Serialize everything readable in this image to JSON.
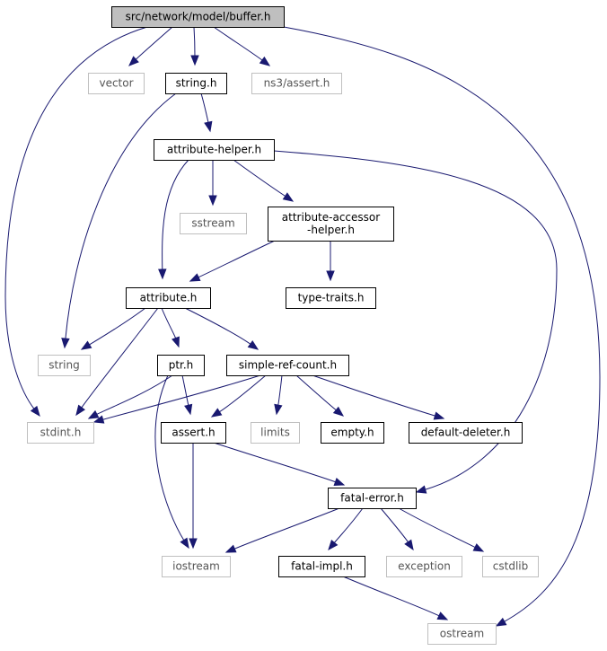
{
  "graph": {
    "colors": {
      "edge": "#191970",
      "root_fill": "#bfbfbf",
      "local_border": "#000000",
      "external_border": "#bfbfbf",
      "external_text": "#555555"
    },
    "nodes": [
      {
        "id": "buffer",
        "lines": [
          "src/network/model/buffer.h"
        ],
        "kind": "root"
      },
      {
        "id": "vector",
        "lines": [
          "vector"
        ],
        "kind": "external"
      },
      {
        "id": "string_h",
        "lines": [
          "string.h"
        ],
        "kind": "local"
      },
      {
        "id": "ns3assert",
        "lines": [
          "ns3/assert.h"
        ],
        "kind": "external"
      },
      {
        "id": "attrhelper",
        "lines": [
          "attribute-helper.h"
        ],
        "kind": "local"
      },
      {
        "id": "sstream",
        "lines": [
          "sstream"
        ],
        "kind": "external"
      },
      {
        "id": "accessor",
        "lines": [
          "attribute-accessor",
          "-helper.h"
        ],
        "kind": "local"
      },
      {
        "id": "attribute",
        "lines": [
          "attribute.h"
        ],
        "kind": "local"
      },
      {
        "id": "typetraits",
        "lines": [
          "type-traits.h"
        ],
        "kind": "local"
      },
      {
        "id": "string",
        "lines": [
          "string"
        ],
        "kind": "external"
      },
      {
        "id": "ptr",
        "lines": [
          "ptr.h"
        ],
        "kind": "local"
      },
      {
        "id": "simpleref",
        "lines": [
          "simple-ref-count.h"
        ],
        "kind": "local"
      },
      {
        "id": "stdint",
        "lines": [
          "stdint.h"
        ],
        "kind": "external"
      },
      {
        "id": "assert",
        "lines": [
          "assert.h"
        ],
        "kind": "local"
      },
      {
        "id": "limits",
        "lines": [
          "limits"
        ],
        "kind": "external"
      },
      {
        "id": "empty",
        "lines": [
          "empty.h"
        ],
        "kind": "local"
      },
      {
        "id": "deleter",
        "lines": [
          "default-deleter.h"
        ],
        "kind": "local"
      },
      {
        "id": "fatalerror",
        "lines": [
          "fatal-error.h"
        ],
        "kind": "local"
      },
      {
        "id": "iostream",
        "lines": [
          "iostream"
        ],
        "kind": "external"
      },
      {
        "id": "fatalimpl",
        "lines": [
          "fatal-impl.h"
        ],
        "kind": "local"
      },
      {
        "id": "exception",
        "lines": [
          "exception"
        ],
        "kind": "external"
      },
      {
        "id": "cstdlib",
        "lines": [
          "cstdlib"
        ],
        "kind": "external"
      },
      {
        "id": "ostream",
        "lines": [
          "ostream"
        ],
        "kind": "external"
      }
    ],
    "edges": [
      {
        "from": "buffer",
        "to": "vector"
      },
      {
        "from": "buffer",
        "to": "string_h"
      },
      {
        "from": "buffer",
        "to": "ns3assert"
      },
      {
        "from": "buffer",
        "to": "stdint"
      },
      {
        "from": "buffer",
        "to": "ostream"
      },
      {
        "from": "string_h",
        "to": "attrhelper"
      },
      {
        "from": "string_h",
        "to": "string"
      },
      {
        "from": "attrhelper",
        "to": "sstream"
      },
      {
        "from": "attrhelper",
        "to": "accessor"
      },
      {
        "from": "attrhelper",
        "to": "attribute"
      },
      {
        "from": "attrhelper",
        "to": "fatalerror"
      },
      {
        "from": "accessor",
        "to": "attribute"
      },
      {
        "from": "accessor",
        "to": "typetraits"
      },
      {
        "from": "attribute",
        "to": "string"
      },
      {
        "from": "attribute",
        "to": "ptr"
      },
      {
        "from": "attribute",
        "to": "simpleref"
      },
      {
        "from": "attribute",
        "to": "stdint"
      },
      {
        "from": "ptr",
        "to": "stdint"
      },
      {
        "from": "ptr",
        "to": "assert"
      },
      {
        "from": "ptr",
        "to": "iostream"
      },
      {
        "from": "simpleref",
        "to": "stdint"
      },
      {
        "from": "simpleref",
        "to": "assert"
      },
      {
        "from": "simpleref",
        "to": "limits"
      },
      {
        "from": "simpleref",
        "to": "empty"
      },
      {
        "from": "simpleref",
        "to": "deleter"
      },
      {
        "from": "assert",
        "to": "fatalerror"
      },
      {
        "from": "assert",
        "to": "iostream"
      },
      {
        "from": "fatalerror",
        "to": "iostream"
      },
      {
        "from": "fatalerror",
        "to": "fatalimpl"
      },
      {
        "from": "fatalerror",
        "to": "exception"
      },
      {
        "from": "fatalerror",
        "to": "cstdlib"
      },
      {
        "from": "fatalimpl",
        "to": "ostream"
      }
    ]
  }
}
